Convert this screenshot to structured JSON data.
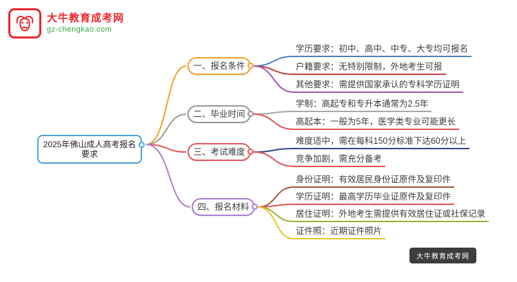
{
  "logo": {
    "icon": "bull-icon",
    "brand": "大牛教育成考网",
    "domain": "gz-chengkao.com",
    "brand_color": "#e8282d",
    "domain_color": "#2ea83a"
  },
  "central": {
    "label": "2025年佛山成人高考报名要求",
    "color": "#4da3d9"
  },
  "branches": [
    {
      "label": "一、报名条件",
      "color": "#f5a02d",
      "children": [
        {
          "text": "学历要求：初中、高中、中专、大专均可报名",
          "color": "#4e7fc0"
        },
        {
          "text": "户籍要求：无特别限制，外地考生可报",
          "color": "#bf4340"
        },
        {
          "text": "其他要求：需提供国家承认的专科学历证明",
          "color": "#a05cb5"
        }
      ]
    },
    {
      "label": "二、毕业时间",
      "color": "#9a9a94",
      "children": [
        {
          "text": "学制：高起专和专升本通常为2.5年",
          "color": "#a8a8a8"
        },
        {
          "text": "高起本：一般为5年，医学类专业可能更长",
          "color": "#e05353"
        }
      ]
    },
    {
      "label": "三、考试难度",
      "color": "#e25a5a",
      "children": [
        {
          "text": "难度适中，需在每科150分标准下达60分以上",
          "color": "#2f4a7e"
        },
        {
          "text": "竞争加剧，需充分备考",
          "color": "#e05353"
        }
      ]
    },
    {
      "label": "四、报名材料",
      "color": "#ab7fd0",
      "children": [
        {
          "text": "身份证明：有效居民身份证原件及复印件",
          "color": "#a8563c"
        },
        {
          "text": "学历证明：最高学历毕业证原件及复印件",
          "color": "#e05353"
        },
        {
          "text": "居住证明：外地考生需提供有效居住证或社保记录",
          "color": "#a3a838"
        },
        {
          "text": "证件照：近期证件照片",
          "color": "#ecc52f"
        }
      ]
    }
  ],
  "watermark": {
    "text": "大牛教育成考网"
  }
}
